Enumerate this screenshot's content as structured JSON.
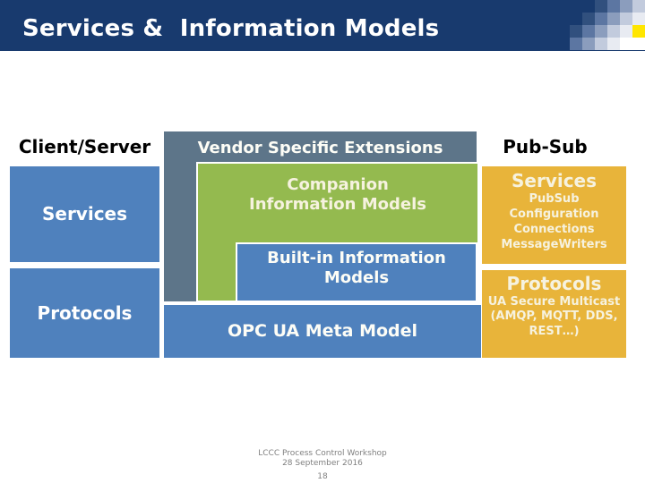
{
  "slide": {
    "title": "Services &  Information Models",
    "footer": {
      "workshop": "LCCC Process Control Workshop",
      "date": "28 September 2016",
      "page_number": "18"
    }
  },
  "client_server": {
    "heading": "Client/Server",
    "services_label": "Services",
    "protocols_label": "Protocols"
  },
  "middle_stack": {
    "vendor_label": "Vendor Specific Extensions",
    "companion_lines": [
      "Companion",
      "Information Models"
    ],
    "builtin_lines": [
      "Built-in Information",
      "Models"
    ],
    "meta_label": "OPC UA Meta Model"
  },
  "pubsub": {
    "heading": "Pub-Sub",
    "services_label": "Services",
    "services_items": [
      "PubSub",
      "Configuration",
      "Connections",
      "MessageWriters"
    ],
    "protocols_label": "Protocols",
    "protocols_detail": "UA Secure Multicast (AMQP, MQTT, DDS, REST…)"
  },
  "colors": {
    "header_bg": "#183A6E",
    "steel_blue": "#4F81BD",
    "green": "#94BA4F",
    "slate_gray": "#5D7589",
    "orange": "#E8B43A",
    "accent_yellow": "#FFE600",
    "heading_text": "#000000",
    "footer_text": "#808080",
    "cream_text": "#F6F2DF"
  },
  "decor": {
    "mosaic": [
      [
        "#183A6E",
        "#183A6E",
        "#31507E",
        "#5C76A2",
        "#8B9DBD",
        "#C2CBDD"
      ],
      [
        "#183A6E",
        "#31507E",
        "#5C76A2",
        "#8B9DBD",
        "#C2CBDD",
        "#E8EBF2"
      ],
      [
        "#31507E",
        "#5C76A2",
        "#8B9DBD",
        "#C2CBDD",
        "#E8EBF2",
        "#FFE600"
      ],
      [
        "#5C76A2",
        "#8B9DBD",
        "#C2CBDD",
        "#E8EBF2",
        "#FFFFFF",
        "#FFFFFF"
      ]
    ]
  }
}
